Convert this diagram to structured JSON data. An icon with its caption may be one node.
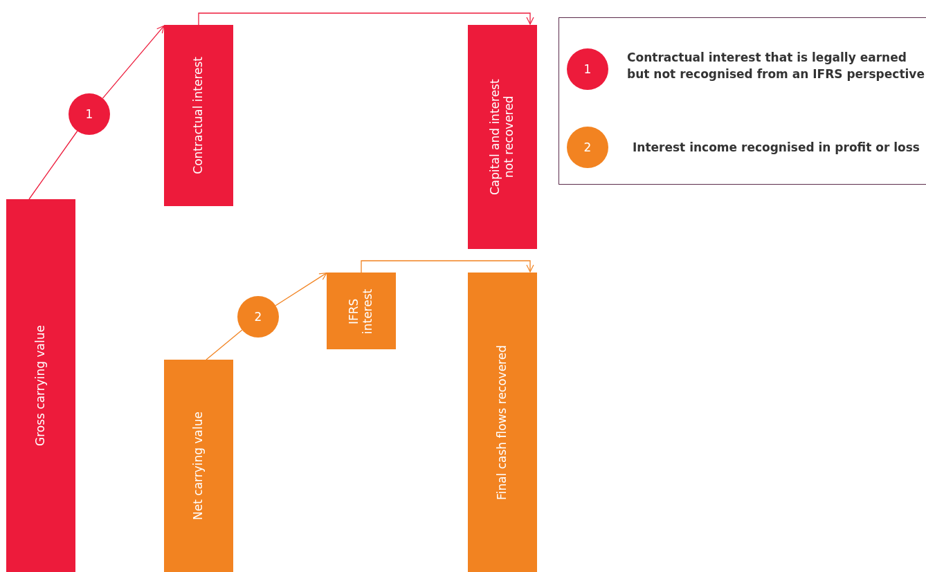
{
  "diagram": {
    "nodes": [
      {
        "text": [
          "Gross carrying value"
        ]
      },
      {
        "text": [
          "1"
        ]
      },
      {
        "text": [
          "Contractual interest"
        ]
      },
      {
        "text": [
          "Capital and interest not recovered"
        ]
      },
      {
        "text": [
          "Net carrying value"
        ]
      },
      {
        "text": [
          "2"
        ]
      },
      {
        "text": [
          "IFRS interest"
        ]
      },
      {
        "text": [
          "Final cash flows recovered"
        ]
      }
    ],
    "edges": [
      {
        "from": 0,
        "to": 1,
        "arrow": "none"
      },
      {
        "from": 1,
        "to": 2,
        "arrow": "to"
      },
      {
        "from": 2,
        "to": 3,
        "arrow": "to"
      },
      {
        "from": 4,
        "to": 5,
        "arrow": "none",
        "color": "#f28321"
      },
      {
        "from": 5,
        "to": 6,
        "arrow": "to",
        "color": "#f28321"
      },
      {
        "from": 6,
        "to": 7,
        "arrow": "to",
        "color": "#f28321"
      }
    ],
    "labels": [
      "1",
      "2"
    ],
    "legend": [
      {
        "text": "Contractual interest that is legally earned but not recognised from an IFRS perspective",
        "color": "#ed1b3b"
      },
      {
        "text": "Interest income recognised in profit or loss",
        "color": "#f28321"
      }
    ]
  }
}
